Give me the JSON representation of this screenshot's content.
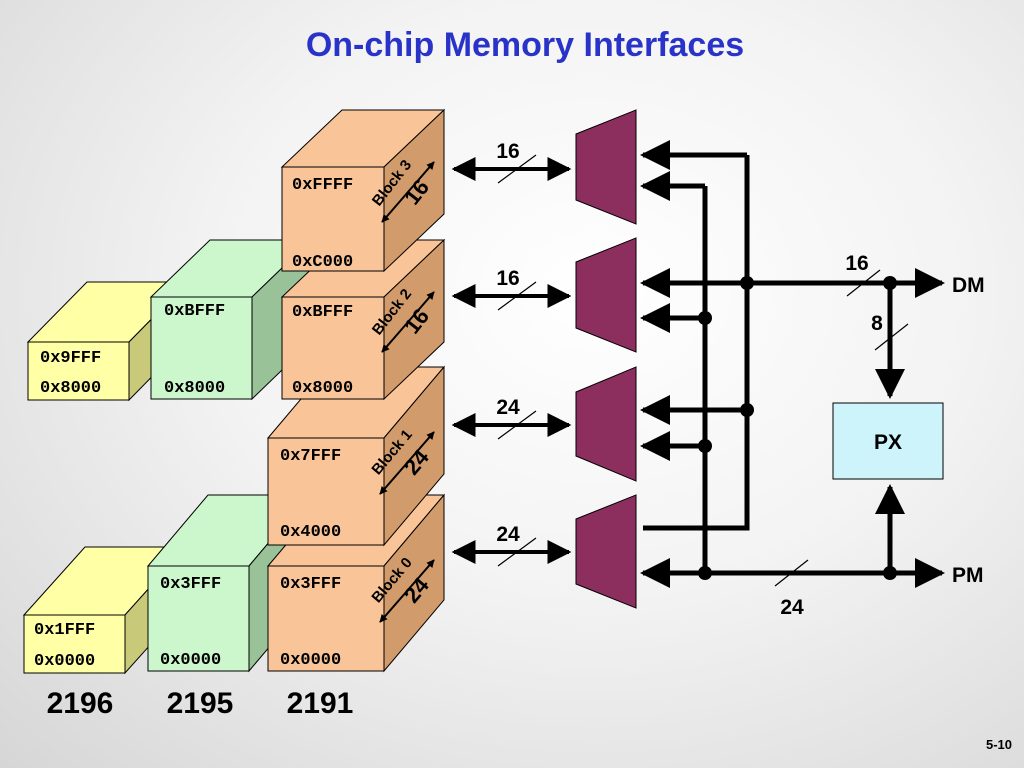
{
  "title": "On-chip Memory Interfaces",
  "page_number": "5-10",
  "colors": {
    "title": "#2a33c8",
    "peach_block": "#f9c497",
    "green_block": "#ccf7cc",
    "yellow_block": "#ffffa6",
    "mux": "#8c2e5e",
    "px_box": "#cdf3fb"
  },
  "chips": [
    {
      "name": "2191",
      "blocks": [
        {
          "label": "Block 3",
          "width": "16",
          "top_addr": "0xFFFF",
          "bottom_addr": "0xC000"
        },
        {
          "label": "Block 2",
          "width": "16",
          "top_addr": "0xBFFF",
          "bottom_addr": "0x8000"
        },
        {
          "label": "Block 1",
          "width": "24",
          "top_addr": "0x7FFF",
          "bottom_addr": "0x4000"
        },
        {
          "label": "Block 0",
          "width": "24",
          "top_addr": "0x3FFF",
          "bottom_addr": "0x0000"
        }
      ]
    },
    {
      "name": "2195",
      "blocks": [
        {
          "top_addr": "0xBFFF",
          "bottom_addr": "0x8000"
        },
        {
          "top_addr": "0x3FFF",
          "bottom_addr": "0x0000"
        }
      ]
    },
    {
      "name": "2196",
      "blocks": [
        {
          "top_addr": "0x9FFF",
          "bottom_addr": "0x8000"
        },
        {
          "top_addr": "0x1FFF",
          "bottom_addr": "0x0000"
        }
      ]
    }
  ],
  "bus_widths": [
    "16",
    "16",
    "24",
    "24"
  ],
  "buses": {
    "dm": {
      "label": "DM",
      "width": "16"
    },
    "pm": {
      "label": "PM",
      "width": "24"
    },
    "px_link": "8",
    "px": "PX"
  }
}
